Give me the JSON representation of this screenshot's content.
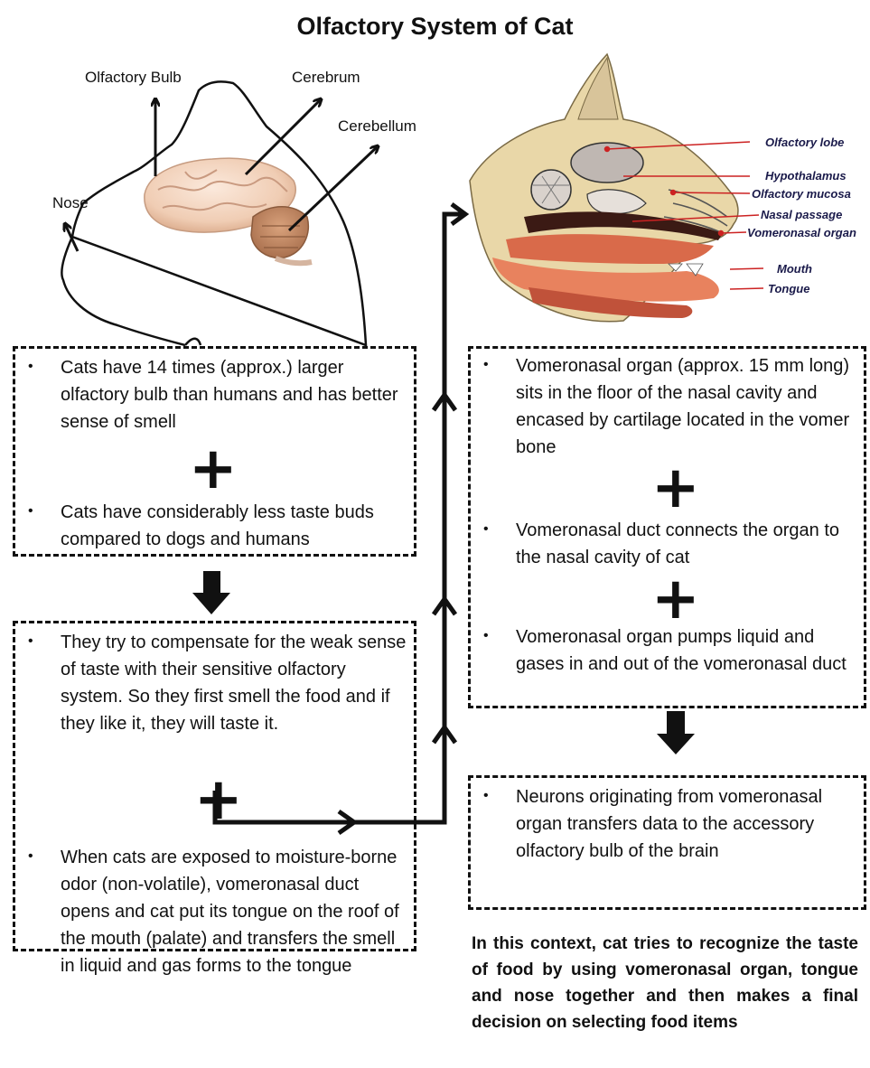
{
  "title": "Olfactory System of Cat",
  "brain_labels": {
    "olfactory_bulb": "Olfactory Bulb",
    "cerebrum": "Cerebrum",
    "cerebellum": "Cerebellum",
    "nose": "Nose"
  },
  "anatomy_labels": {
    "olfactory_lobe": "Olfactory lobe",
    "hypothalamus": "Hypothalamus",
    "olfactory_mucosa": "Olfactory mucosa",
    "nasal_passage": "Nasal passage",
    "vomeronasal_organ": "Vomeronasal organ",
    "mouth": "Mouth",
    "tongue": "Tongue"
  },
  "box1": {
    "item1": "Cats have 14 times (approx.) larger olfactory bulb than humans and has better sense of smell",
    "item2": "Cats have considerably less taste buds compared to dogs and humans"
  },
  "box2": {
    "item1": "They try to compensate for the weak sense of taste with their sensitive olfactory system. So they first smell the food and if they like it, they will taste it.",
    "item2": "When cats are exposed to moisture-borne odor (non-volatile), vomeronasal duct opens and cat put its tongue on the roof of the mouth (palate) and transfers the smell in liquid and gas forms to the tongue"
  },
  "box3": {
    "item1": "Vomeronasal organ (approx. 15 mm long) sits in the floor of the nasal cavity and encased by cartilage located in the vomer bone",
    "item2": "Vomeronasal duct connects the organ to the nasal cavity of cat",
    "item3": "Vomeronasal organ pumps liquid and gases in and out of the vomeronasal duct"
  },
  "box4": {
    "item1": "Neurons originating from vomeronasal organ transfers data to the accessory olfactory bulb of the brain"
  },
  "conclusion": "In this context, cat tries to recognize the taste of food by using vomeronasal organ, tongue and nose together and then makes a final decision on selecting food items",
  "bullet": "•",
  "plus": "+"
}
